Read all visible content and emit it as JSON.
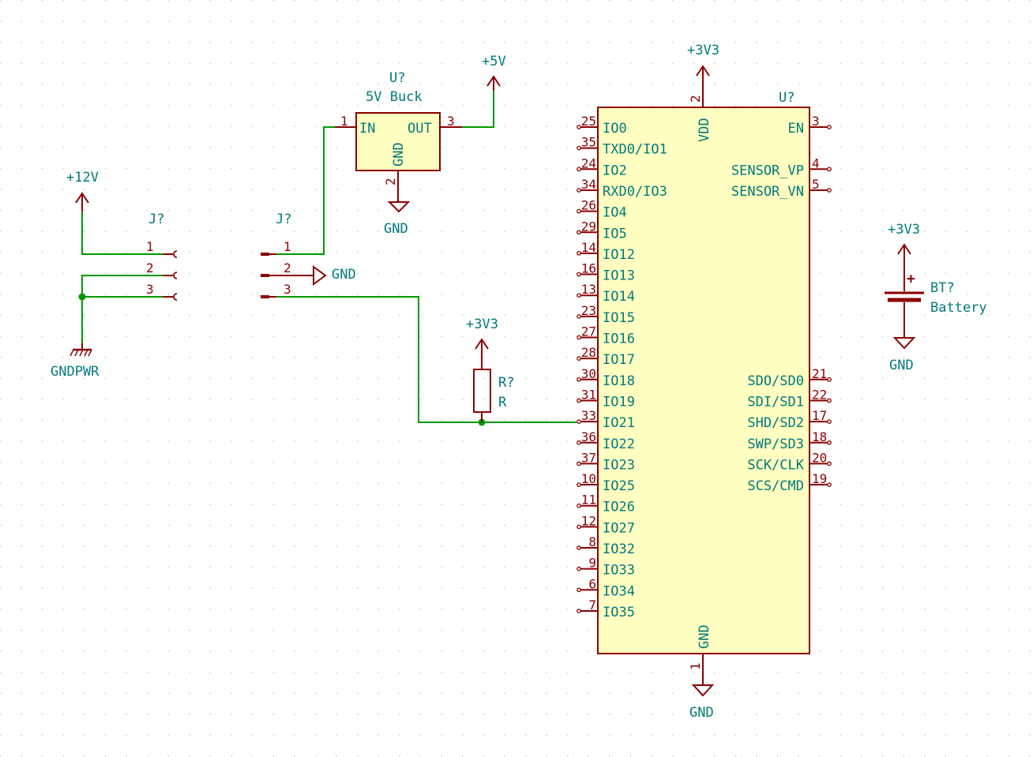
{
  "colors": {
    "background": "#ffffff",
    "grid_dot": "#d2d2d2",
    "wire": "#009a00",
    "junction": "#009a00",
    "symbol": "#8b0000",
    "symbol_fill": "#ffffc2",
    "label": "#007a7a",
    "pin_number": "#8b0000"
  },
  "power": {
    "p12v": "+12V",
    "p5v": "+5V",
    "p3v3_mcu": "+3V3",
    "p3v3_res": "+3V3",
    "p3v3_bat": "+3V3",
    "gnd_buck": "GND",
    "gnd_conn": "GND",
    "gnd_mcu": "GND",
    "gnd_bat": "GND",
    "gndpwr": "GNDPWR"
  },
  "buck": {
    "ref": "U?",
    "value": "5V Buck",
    "pins": {
      "in": {
        "num": "1",
        "name": "IN"
      },
      "out": {
        "num": "3",
        "name": "OUT"
      },
      "gnd": {
        "num": "2",
        "name": "GND"
      }
    }
  },
  "conn_left": {
    "ref": "J?",
    "pins": [
      "1",
      "2",
      "3"
    ]
  },
  "conn_right": {
    "ref": "J?",
    "pins": [
      "1",
      "2",
      "3"
    ]
  },
  "resistor": {
    "ref": "R?",
    "value": "R"
  },
  "battery": {
    "ref": "BT?",
    "value": "Battery",
    "plus": "+"
  },
  "mcu": {
    "ref": "U?",
    "vdd": {
      "num": "2",
      "name": "VDD"
    },
    "gnd": {
      "num": "1",
      "name": "GND"
    },
    "left_pins": [
      {
        "num": "25",
        "name": "IO0"
      },
      {
        "num": "35",
        "name": "TXD0/IO1"
      },
      {
        "num": "24",
        "name": "IO2"
      },
      {
        "num": "34",
        "name": "RXD0/IO3"
      },
      {
        "num": "26",
        "name": "IO4"
      },
      {
        "num": "29",
        "name": "IO5"
      },
      {
        "num": "14",
        "name": "IO12"
      },
      {
        "num": "16",
        "name": "IO13"
      },
      {
        "num": "13",
        "name": "IO14"
      },
      {
        "num": "23",
        "name": "IO15"
      },
      {
        "num": "27",
        "name": "IO16"
      },
      {
        "num": "28",
        "name": "IO17"
      },
      {
        "num": "30",
        "name": "IO18"
      },
      {
        "num": "31",
        "name": "IO19"
      },
      {
        "num": "33",
        "name": "IO21"
      },
      {
        "num": "36",
        "name": "IO22"
      },
      {
        "num": "37",
        "name": "IO23"
      },
      {
        "num": "10",
        "name": "IO25"
      },
      {
        "num": "11",
        "name": "IO26"
      },
      {
        "num": "12",
        "name": "IO27"
      },
      {
        "num": "8",
        "name": "IO32"
      },
      {
        "num": "9",
        "name": "IO33"
      },
      {
        "num": "6",
        "name": "IO34"
      },
      {
        "num": "7",
        "name": "IO35"
      }
    ],
    "right_pins_top": [
      {
        "num": "3",
        "name": "EN"
      },
      {
        "num": "",
        "name": ""
      },
      {
        "num": "4",
        "name": "SENSOR_VP"
      },
      {
        "num": "5",
        "name": "SENSOR_VN"
      }
    ],
    "right_pins_bottom": [
      {
        "num": "21",
        "name": "SDO/SD0"
      },
      {
        "num": "22",
        "name": "SDI/SD1"
      },
      {
        "num": "17",
        "name": "SHD/SD2"
      },
      {
        "num": "18",
        "name": "SWP/SD3"
      },
      {
        "num": "20",
        "name": "SCK/CLK"
      },
      {
        "num": "19",
        "name": "SCS/CMD"
      }
    ]
  }
}
